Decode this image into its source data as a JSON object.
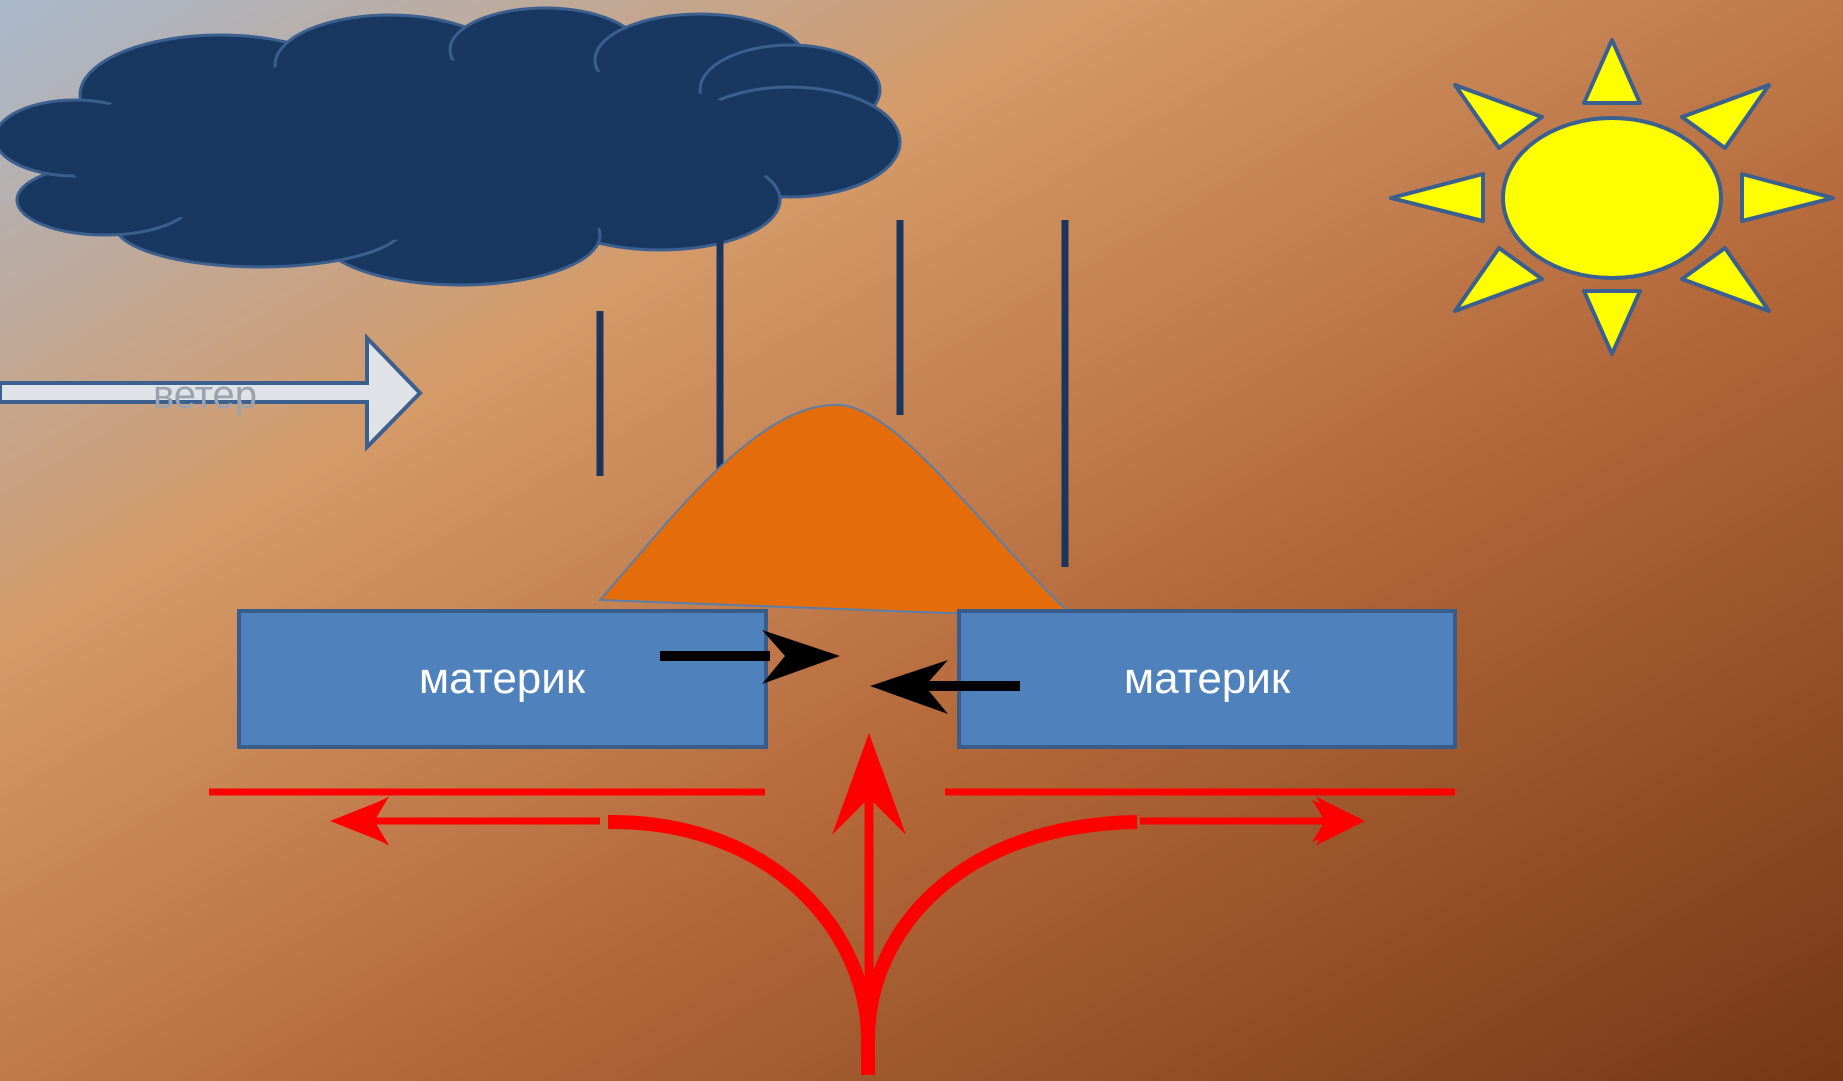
{
  "diagram": {
    "wind_label": "ветер",
    "left_continent_label": "материк",
    "right_continent_label": "материк"
  },
  "colors": {
    "background_start": "#a7b7cb",
    "background_mid": "#d49a68",
    "background_end": "#7a3c17",
    "cloud": "#193861",
    "cloud_outline": "#3b5f8e",
    "sun": "#ffff00",
    "sun_outline": "#3b5f8e",
    "continent": "#4f81bd",
    "continent_outline": "#385d8a",
    "mountain": "#e46c0a",
    "rain": "#1c355e",
    "convection_arrows": "#ff0000",
    "plate_arrows": "#000000",
    "wind_arrow": "#dfe3e8"
  }
}
